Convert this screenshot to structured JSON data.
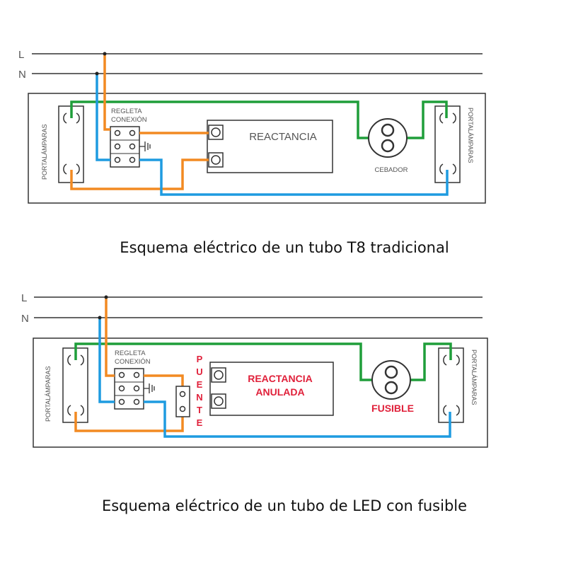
{
  "colors": {
    "live": "#f28a22",
    "neutral": "#1e9be0",
    "lamp": "#1f9e3a",
    "highlight": "#e0203a"
  },
  "top": {
    "line_l": "L",
    "line_n": "N",
    "holder_left": "PORTALÁMPARAS",
    "holder_right": "PORTALÁMPARAS",
    "regleta_1": "REGLETA",
    "regleta_2": "CONEXIÓN",
    "ballast": "REACTANCIA",
    "starter": "CEBADOR",
    "caption": "Esquema eléctrico de un tubo T8 tradicional"
  },
  "bottom": {
    "line_l": "L",
    "line_n": "N",
    "holder_left": "PORTALÁMPARAS",
    "holder_right": "PORTALÁMPARAS",
    "regleta_1": "REGLETA",
    "regleta_2": "CONEXIÓN",
    "bridge_letters": [
      "P",
      "U",
      "E",
      "N",
      "T",
      "E"
    ],
    "ballast_1": "REACTANCIA",
    "ballast_2": "ANULADA",
    "fuse": "FUSIBLE",
    "caption": "Esquema eléctrico de un tubo de LED con fusible"
  }
}
